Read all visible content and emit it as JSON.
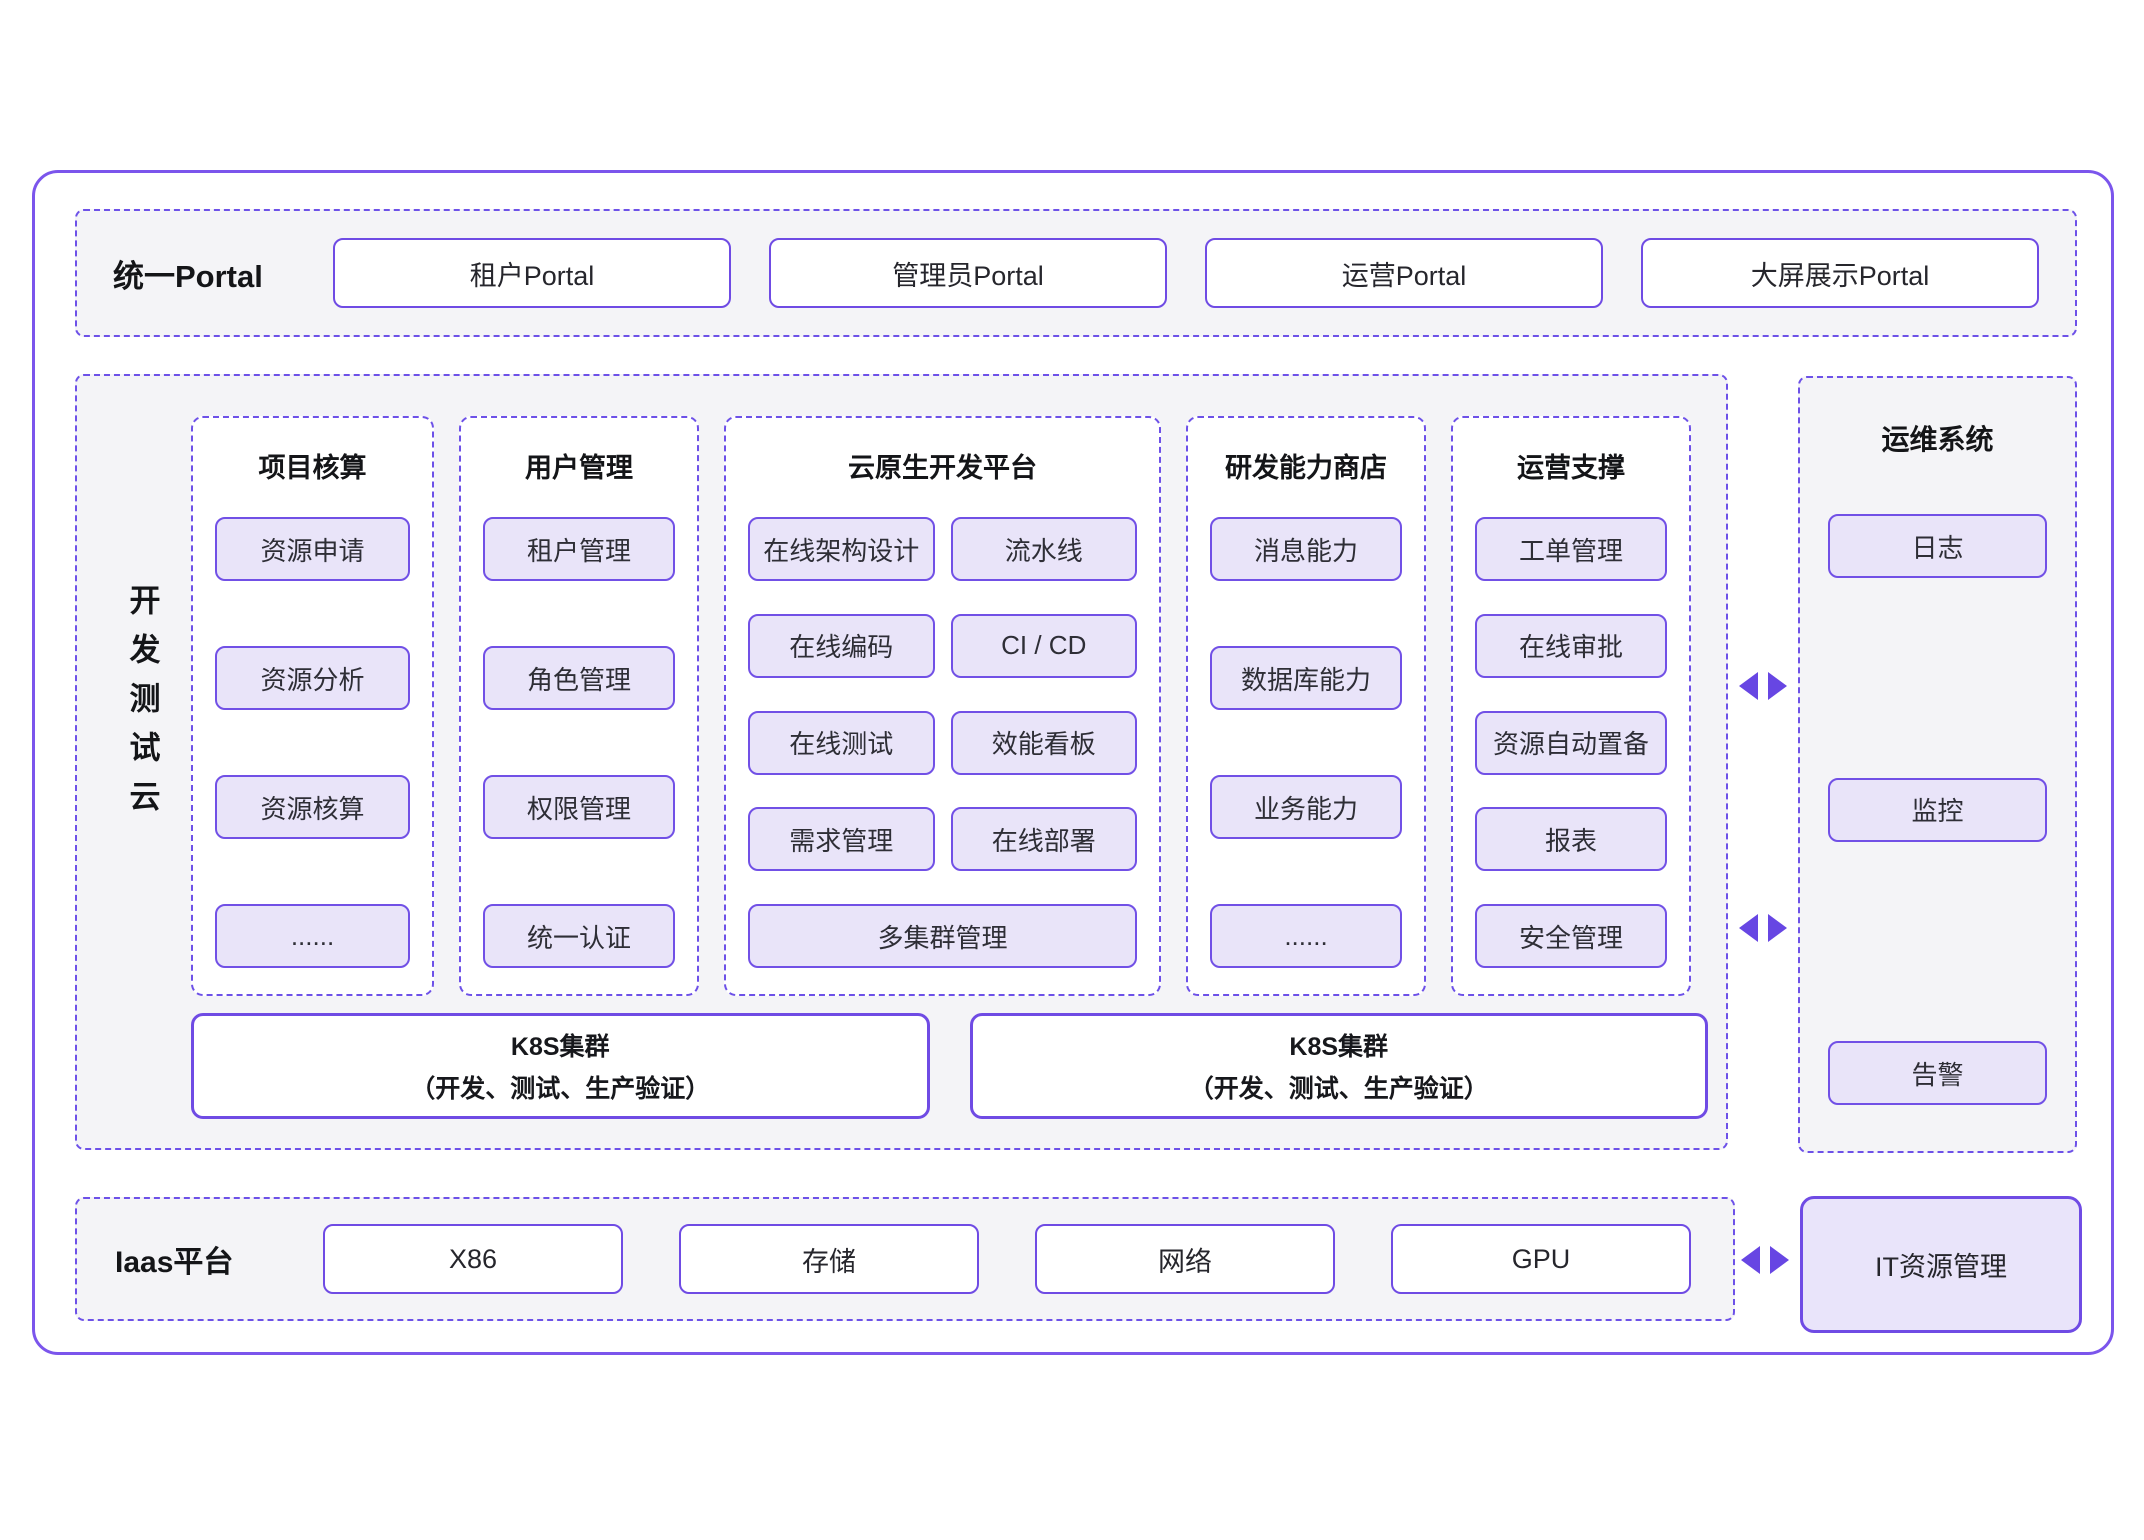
{
  "colors": {
    "accent": "#6f4be4",
    "dashed_border": "#6d51e8",
    "arrow": "#6746e3",
    "node_fill": "#e9e4f9",
    "panel_bg": "#f4f4f7"
  },
  "portal": {
    "label": "统一Portal",
    "items": [
      "租户Portal",
      "管理员Portal",
      "运营Portal",
      "大屏展示Portal"
    ]
  },
  "dev_cloud": {
    "label": "开发测试云",
    "columns": [
      {
        "title": "项目核算",
        "items": [
          "资源申请",
          "资源分析",
          "资源核算",
          "......"
        ]
      },
      {
        "title": "用户管理",
        "items": [
          "租户管理",
          "角色管理",
          "权限管理",
          "统一认证"
        ]
      },
      {
        "title": "云原生开发平台",
        "grid": [
          "在线架构设计",
          "流水线",
          "在线编码",
          "CI / CD",
          "在线测试",
          "效能看板",
          "需求管理",
          "在线部署"
        ],
        "wide": "多集群管理"
      },
      {
        "title": "研发能力商店",
        "items": [
          "消息能力",
          "数据库能力",
          "业务能力",
          "......"
        ]
      },
      {
        "title": "运营支撑",
        "items": [
          "工单管理",
          "在线审批",
          "资源自动置备",
          "报表",
          "安全管理"
        ]
      }
    ],
    "k8s_clusters": [
      {
        "line1": "K8S集群",
        "line2": "（开发、测试、生产验证）"
      },
      {
        "line1": "K8S集群",
        "line2": "（开发、测试、生产验证）"
      }
    ]
  },
  "ops_system": {
    "title": "运维系统",
    "items": [
      "日志",
      "监控",
      "告警"
    ]
  },
  "iaas": {
    "label": "Iaas平台",
    "items": [
      "X86",
      "存储",
      "网络",
      "GPU"
    ]
  },
  "it_resource": {
    "label": "IT资源管理"
  }
}
